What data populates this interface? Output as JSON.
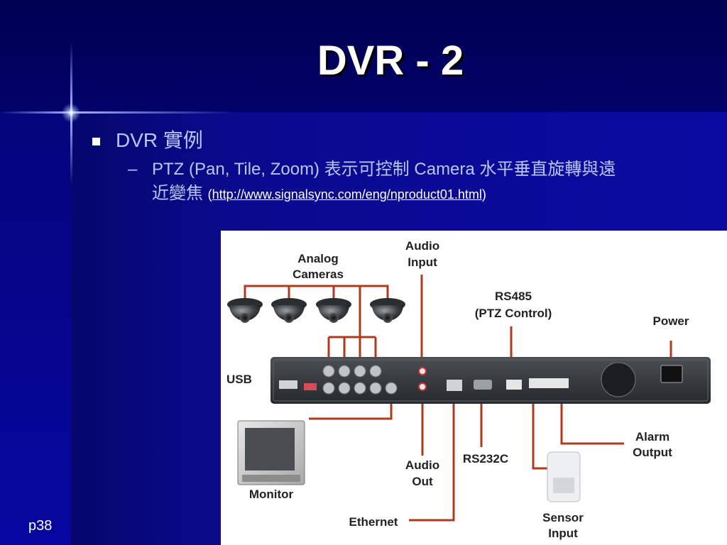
{
  "slide": {
    "title": "DVR - 2",
    "bullet1": "DVR 實例",
    "bullet2_dash": "–",
    "bullet2_line1": "PTZ (Pan, Tile, Zoom) 表示可控制 Camera 水平垂直旋轉與遠",
    "bullet2_line2_prefix": "近變焦 ",
    "bullet2_paren_open": "(",
    "bullet2_link": "http://www.signalsync.com/eng/nproduct01.html",
    "bullet2_paren_close": ")",
    "page_number": "p38"
  },
  "diagram": {
    "labels": {
      "analog_line1": "Analog",
      "analog_line2": "Cameras",
      "audio_input_line1": "Audio",
      "audio_input_line2": "Input",
      "rs485_line1": "RS485",
      "rs485_line2": "(PTZ Control)",
      "power": "Power",
      "usb": "USB",
      "monitor": "Monitor",
      "audio_out_line1": "Audio",
      "audio_out_line2": "Out",
      "rs232c": "RS232C",
      "alarm_line1": "Alarm",
      "alarm_line2": "Output",
      "sensor_line1": "Sensor",
      "sensor_line2": "Input",
      "ethernet": "Ethernet"
    },
    "colors": {
      "cable": "#b03a1e",
      "device": "#2e3236"
    },
    "icons": [
      "dome-camera-icon",
      "monitor-icon",
      "sensor-icon",
      "dvr-device-icon"
    ]
  }
}
